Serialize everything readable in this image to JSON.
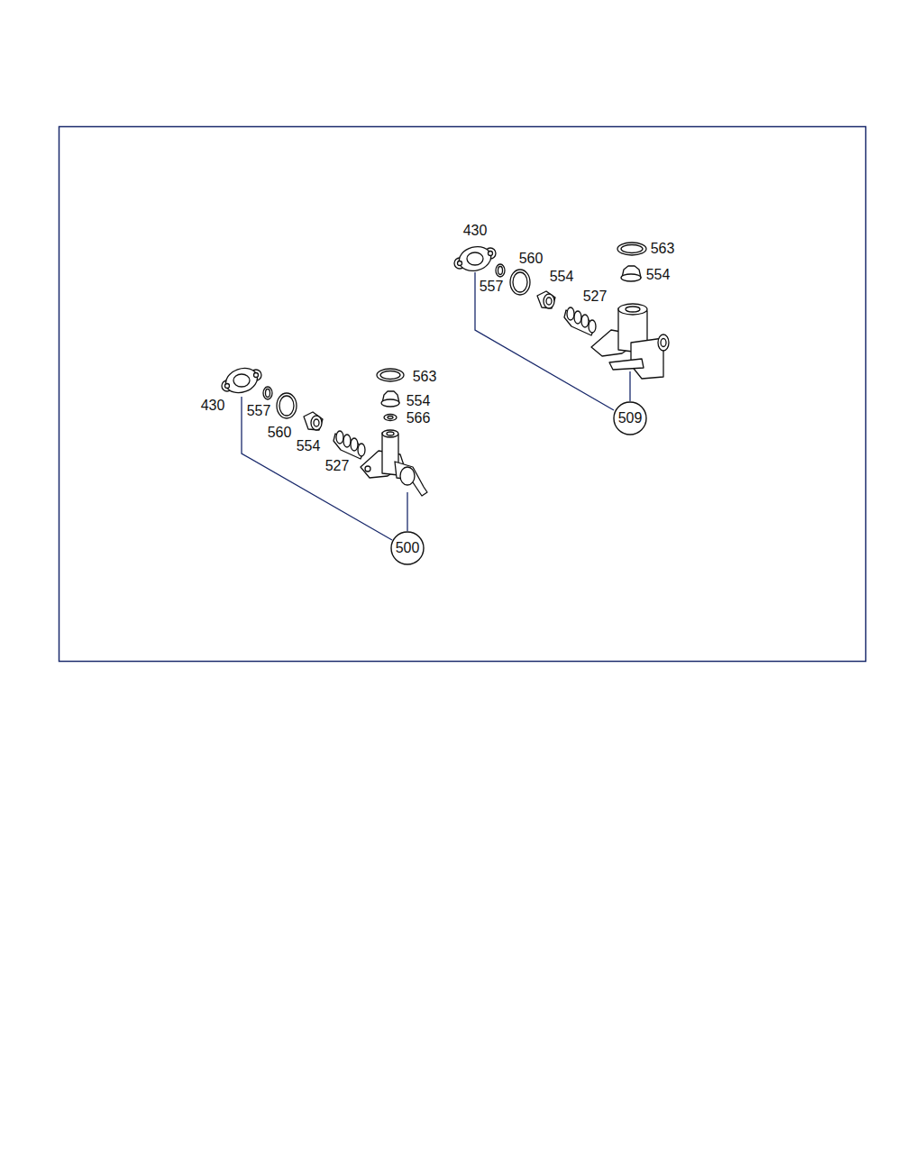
{
  "diagram": {
    "nodes": [
      {
        "text": [
          "509"
        ]
      },
      {
        "text": [
          "500"
        ]
      }
    ],
    "labels": [
      "430",
      "563",
      "560",
      "554",
      "557",
      "554",
      "527",
      "563",
      "554",
      "430",
      "557",
      "566",
      "560",
      "554",
      "527"
    ]
  }
}
